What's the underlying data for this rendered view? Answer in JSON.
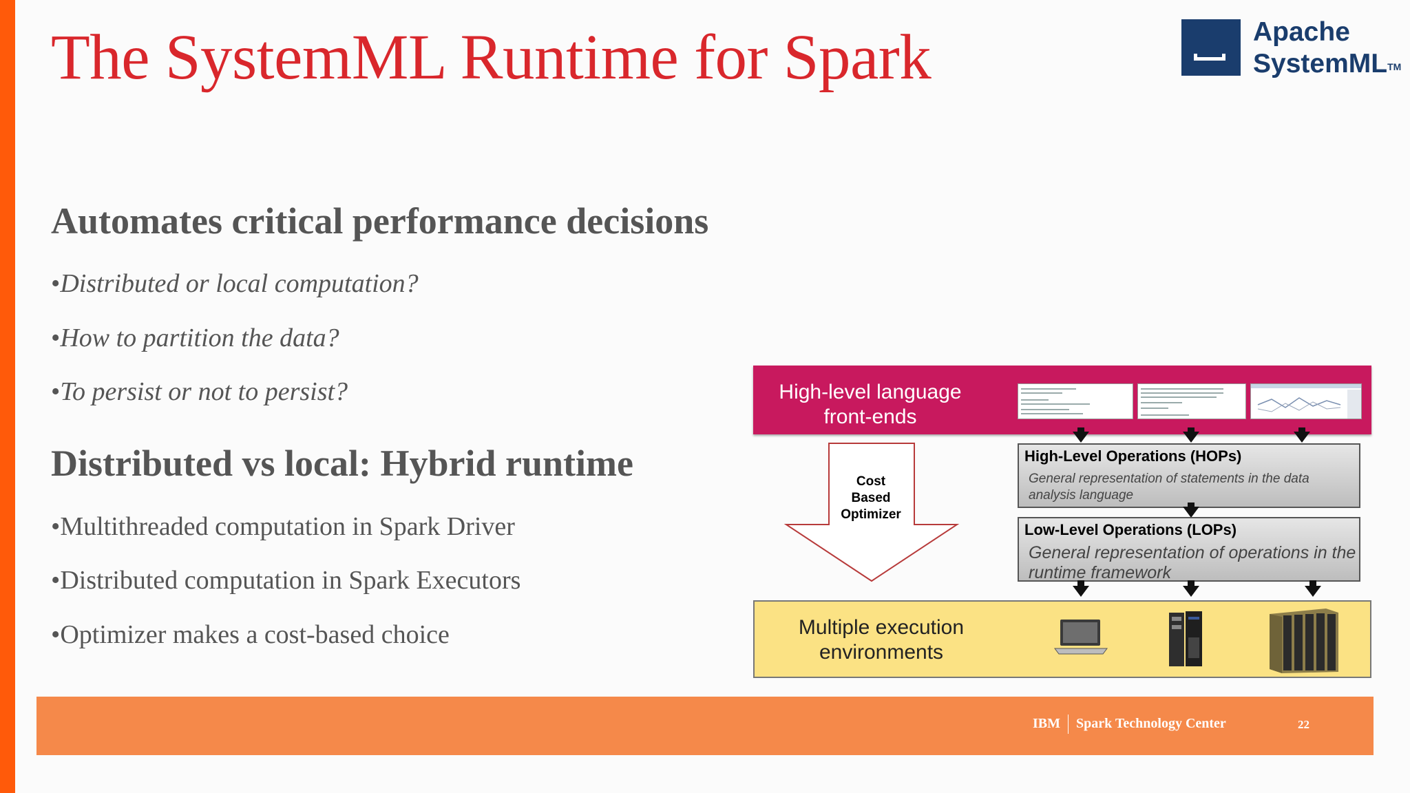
{
  "slide": {
    "title": "The SystemML Runtime for Spark",
    "logo": {
      "line1": "Apache",
      "line2": "SystemML",
      "trademark": "TM",
      "color": "#1a3d6d"
    },
    "accent_color": "#ff5a0a",
    "title_color": "#d9272c"
  },
  "section1": {
    "heading": "Automates critical performance decisions",
    "bullets": [
      "Distributed or local computation?",
      "How to partition the data?",
      "To persist or not to persist?"
    ]
  },
  "section2": {
    "heading": "Distributed vs local: Hybrid runtime",
    "bullets": [
      "Multithreaded computation in Spark Driver",
      "Distributed computation in Spark Executors",
      "Optimizer makes a cost-based choice"
    ]
  },
  "diagram": {
    "frontend_label_line1": "High-level language",
    "frontend_label_line2": "front-ends",
    "optimizer_line1": "Cost",
    "optimizer_line2": "Based",
    "optimizer_line3": "Optimizer",
    "hops_title": "High-Level Operations (HOPs)",
    "hops_desc_line1": "General representation of statements in the data",
    "hops_desc_line2": "analysis language",
    "lops_title": "Low-Level Operations (LOPs)",
    "lops_desc_line1": "General representation of operations in the",
    "lops_desc_line2": "runtime framework",
    "exec_label_line1": "Multiple execution",
    "exec_label_line2": "environments",
    "exec_icons": [
      "laptop-icon",
      "server-rack-icon",
      "cluster-icon"
    ],
    "frontend_color": "#c8195e",
    "exec_color": "#fbe284"
  },
  "footer": {
    "company": "IBM",
    "center": "Spark Technology Center",
    "page": "22",
    "color": "#f5894a"
  }
}
